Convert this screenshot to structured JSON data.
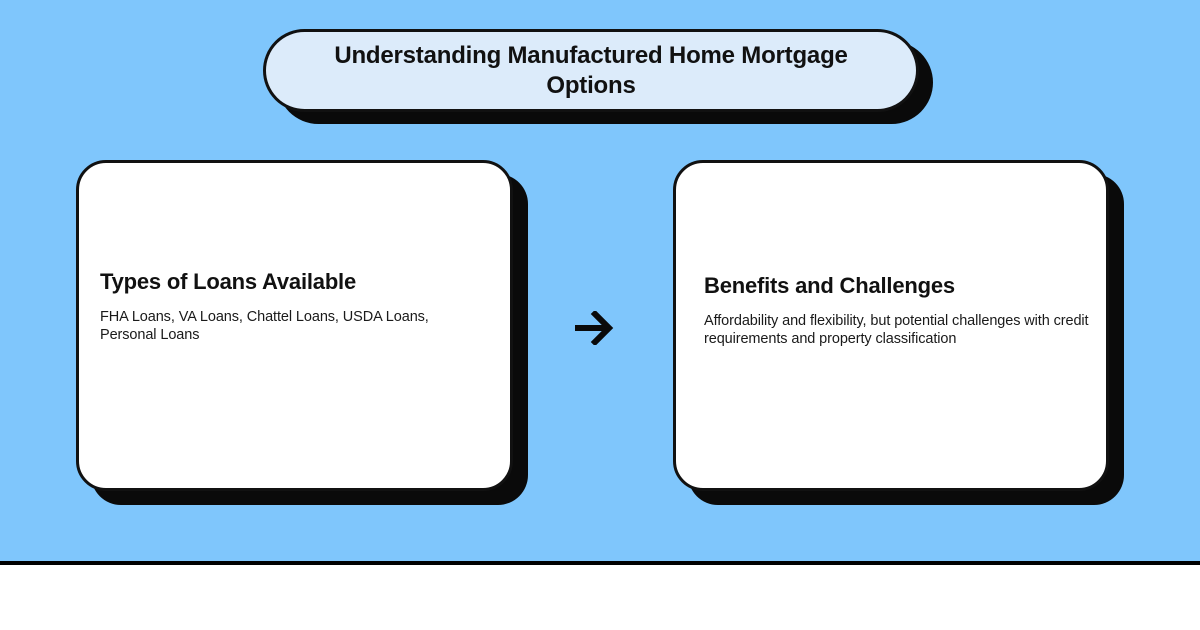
{
  "theme": {
    "background": "#7fc6fc",
    "card_fill": "#ffffff",
    "pill_fill": "#dcebfa",
    "outline": "#111111",
    "shadow": "#0a0a0a",
    "text": "#111111",
    "footer": "#ffffff"
  },
  "title": {
    "text": "Understanding Manufactured Home Mortgage Options"
  },
  "cards": [
    {
      "heading": "Types of Loans Available",
      "body": "FHA Loans, VA Loans, Chattel Loans, USDA Loans, Personal Loans"
    },
    {
      "heading": "Benefits and Challenges",
      "body": "Affordability and flexibility, but potential challenges with credit requirements and property classification"
    }
  ],
  "connector": {
    "icon": "arrow-right-icon",
    "glyph": "→"
  }
}
